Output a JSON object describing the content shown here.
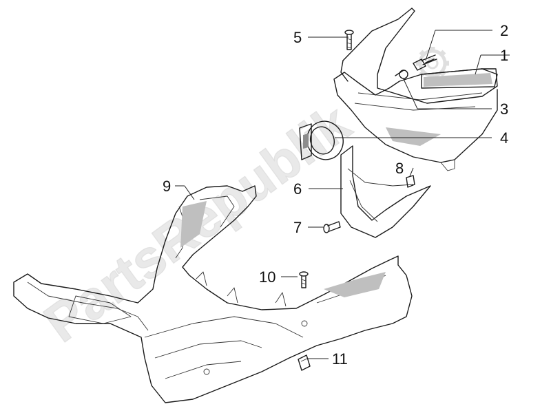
{
  "diagram": {
    "watermark": "PartsRepublik",
    "callouts": [
      {
        "id": "1",
        "label": "1"
      },
      {
        "id": "2",
        "label": "2"
      },
      {
        "id": "3",
        "label": "3"
      },
      {
        "id": "4",
        "label": "4"
      },
      {
        "id": "5",
        "label": "5"
      },
      {
        "id": "6",
        "label": "6"
      },
      {
        "id": "7",
        "label": "7"
      },
      {
        "id": "8",
        "label": "8"
      },
      {
        "id": "9",
        "label": "9"
      },
      {
        "id": "10",
        "label": "10"
      },
      {
        "id": "11",
        "label": "11"
      }
    ]
  }
}
